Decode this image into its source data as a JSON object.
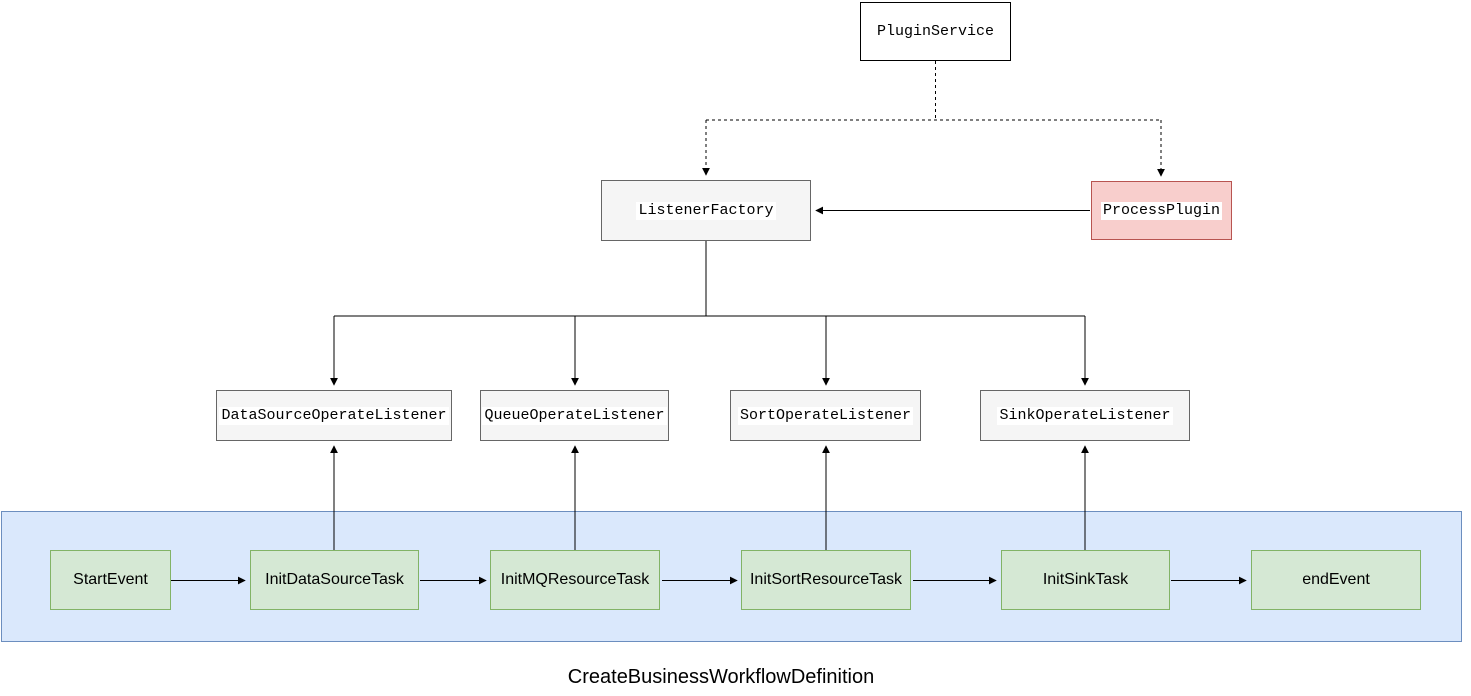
{
  "diagram": {
    "caption": "CreateBusinessWorkflowDefinition",
    "nodes": {
      "plugin_service": {
        "label": "PluginService"
      },
      "listener_factory": {
        "label": "ListenerFactory"
      },
      "process_plugin": {
        "label": "ProcessPlugin"
      },
      "listeners": [
        {
          "label": "DataSourceOperateListener"
        },
        {
          "label": "QueueOperateListener"
        },
        {
          "label": "SortOperateListener"
        },
        {
          "label": "SinkOperateListener"
        }
      ],
      "workflow_tasks": [
        {
          "label": "StartEvent"
        },
        {
          "label": "InitDataSourceTask"
        },
        {
          "label": "InitMQResourceTask"
        },
        {
          "label": "InitSortResourceTask"
        },
        {
          "label": "InitSinkTask"
        },
        {
          "label": "endEvent"
        }
      ]
    },
    "edges": [
      {
        "from": "PluginService",
        "to": "ListenerFactory",
        "style": "dashed-arrow"
      },
      {
        "from": "PluginService",
        "to": "ProcessPlugin",
        "style": "dashed-arrow"
      },
      {
        "from": "ProcessPlugin",
        "to": "ListenerFactory",
        "style": "solid-arrow"
      },
      {
        "from": "ListenerFactory",
        "to": "DataSourceOperateListener",
        "style": "solid-arrow"
      },
      {
        "from": "ListenerFactory",
        "to": "QueueOperateListener",
        "style": "solid-arrow"
      },
      {
        "from": "ListenerFactory",
        "to": "SortOperateListener",
        "style": "solid-arrow"
      },
      {
        "from": "ListenerFactory",
        "to": "SinkOperateListener",
        "style": "solid-arrow"
      },
      {
        "from": "InitDataSourceTask",
        "to": "DataSourceOperateListener",
        "style": "solid-arrow"
      },
      {
        "from": "InitMQResourceTask",
        "to": "QueueOperateListener",
        "style": "solid-arrow"
      },
      {
        "from": "InitSortResourceTask",
        "to": "SortOperateListener",
        "style": "solid-arrow"
      },
      {
        "from": "InitSinkTask",
        "to": "SinkOperateListener",
        "style": "solid-arrow"
      },
      {
        "from": "StartEvent",
        "to": "InitDataSourceTask",
        "style": "solid-arrow"
      },
      {
        "from": "InitDataSourceTask",
        "to": "InitMQResourceTask",
        "style": "solid-arrow"
      },
      {
        "from": "InitMQResourceTask",
        "to": "InitSortResourceTask",
        "style": "solid-arrow"
      },
      {
        "from": "InitSortResourceTask",
        "to": "InitSinkTask",
        "style": "solid-arrow"
      },
      {
        "from": "InitSinkTask",
        "to": "endEvent",
        "style": "solid-arrow"
      }
    ],
    "colors": {
      "line_color": "#000000",
      "label_bg": "#ffffff",
      "node_white_bg": "#ffffff",
      "node_gray_bg": "#f5f5f5",
      "node_gray_border": "#666666",
      "node_red_bg": "#f8cecc",
      "node_red_border": "#b85450",
      "lane_blue_bg": "#dae8fc",
      "lane_blue_border": "#6c8ebf",
      "task_green_bg": "#d5e8d4",
      "task_green_border": "#82b366"
    }
  }
}
